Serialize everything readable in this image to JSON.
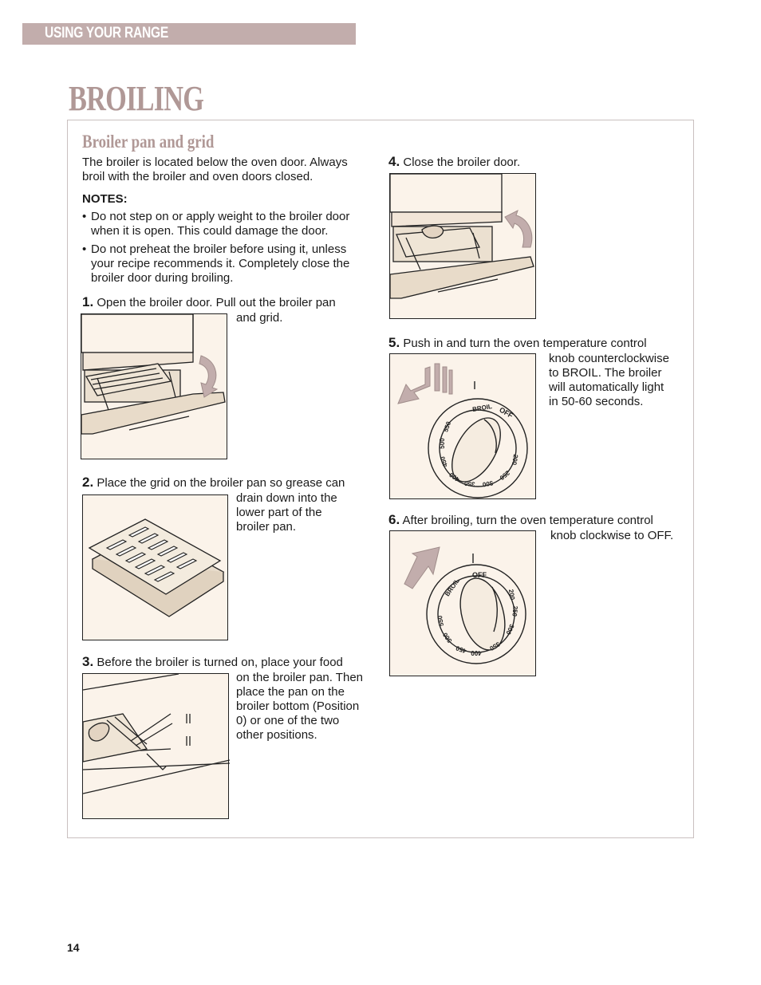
{
  "header": {
    "section_label": "USING YOUR RANGE",
    "title": "BROILING"
  },
  "panel": {
    "subheading": "Broiler pan and grid",
    "intro_line1": "The broiler is located below the oven door. Always",
    "intro_line2": "broil with the broiler and oven doors closed.",
    "notes_label": "NOTES:",
    "notes": [
      {
        "lines": [
          "Do not step on or apply weight to the broiler door",
          "when it is open. This could damage the door."
        ]
      },
      {
        "lines": [
          "Do not preheat the broiler before using it, unless",
          "your recipe recommends it. Completely close the",
          "broiler door during broiling."
        ]
      }
    ],
    "steps": [
      {
        "num": "1.",
        "lines": [
          "Open the broiler door. Pull out the broiler pan",
          "and grid."
        ]
      },
      {
        "num": "2.",
        "lines": [
          "Place the grid on the broiler pan so grease can",
          "drain down into the",
          "lower part of the",
          "broiler pan."
        ]
      },
      {
        "num": "3.",
        "lines": [
          "Before the broiler is turned on, place your food",
          "on the broiler pan. Then",
          "place the pan on the",
          "broiler bottom (Position",
          "0) or one of the two",
          "other positions."
        ]
      },
      {
        "num": "4.",
        "lines": [
          "Close the broiler door."
        ]
      },
      {
        "num": "5.",
        "lines": [
          "Push in and turn the oven temperature control",
          "knob counterclockwise",
          "to BROIL. The broiler",
          "will automatically light",
          "in 50-60 seconds."
        ]
      },
      {
        "num": "6.",
        "lines": [
          "After broiling, turn the oven temperature control",
          "knob clockwise to OFF."
        ]
      }
    ]
  },
  "dial": {
    "labels": [
      "BROIL",
      "OFF",
      "200",
      "250",
      "300",
      "350",
      "400",
      "450",
      "500",
      "550"
    ]
  },
  "icons": [
    "door-open-arrow-icon",
    "door-close-arrow-icon",
    "counterclockwise-arrow-icon",
    "clockwise-arrow-icon"
  ],
  "colors": {
    "accent": "#c2adac",
    "title": "#b09896",
    "figure_bg": "#fbf3ea"
  },
  "footer": {
    "page_number": "14"
  }
}
